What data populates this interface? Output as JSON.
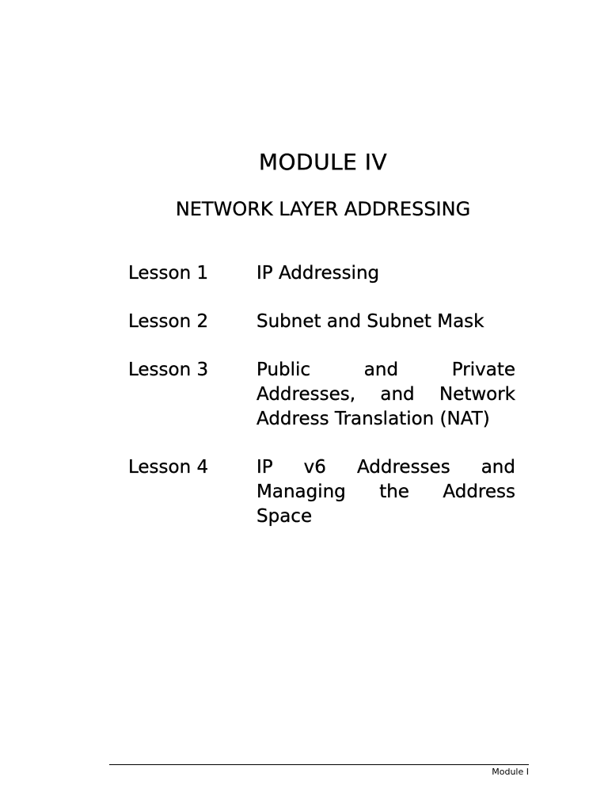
{
  "module": {
    "title": "MODULE IV",
    "subtitle": "NETWORK LAYER ADDRESSING"
  },
  "lessons": [
    {
      "label": "Lesson 1",
      "title": "IP Addressing"
    },
    {
      "label": "Lesson 2",
      "title": "Subnet and Subnet Mask"
    },
    {
      "label": "Lesson 3",
      "title": "Public and Private Addresses, and Network Address Translation (NAT)"
    },
    {
      "label": "Lesson 4",
      "title": "IP v6 Addresses and Managing the Address Space"
    }
  ],
  "footer": {
    "label": "Module I"
  }
}
